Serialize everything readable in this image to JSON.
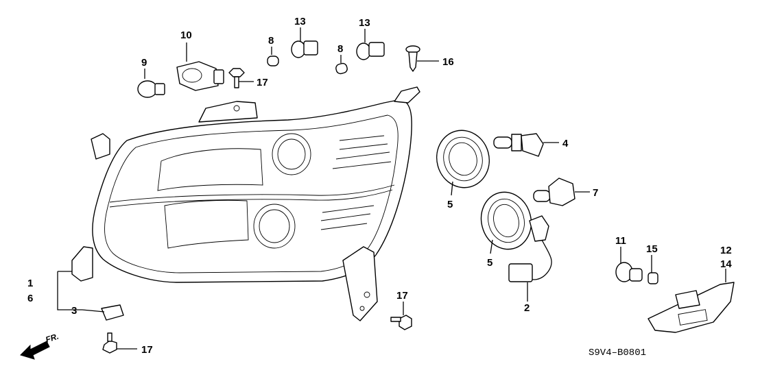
{
  "diagram": {
    "callouts": {
      "c1": "1",
      "c6": "6",
      "c2": "2",
      "c3": "3",
      "c4": "4",
      "c5a": "5",
      "c5b": "5",
      "c7": "7",
      "c8a": "8",
      "c8b": "8",
      "c9": "9",
      "c10": "10",
      "c11": "11",
      "c12": "12",
      "c13a": "13",
      "c13b": "13",
      "c14": "14",
      "c15": "15",
      "c16": "16",
      "c17a": "17",
      "c17b": "17",
      "c17c": "17"
    },
    "front_label": "FR.",
    "drawing_code": "S9V4–B0801"
  }
}
